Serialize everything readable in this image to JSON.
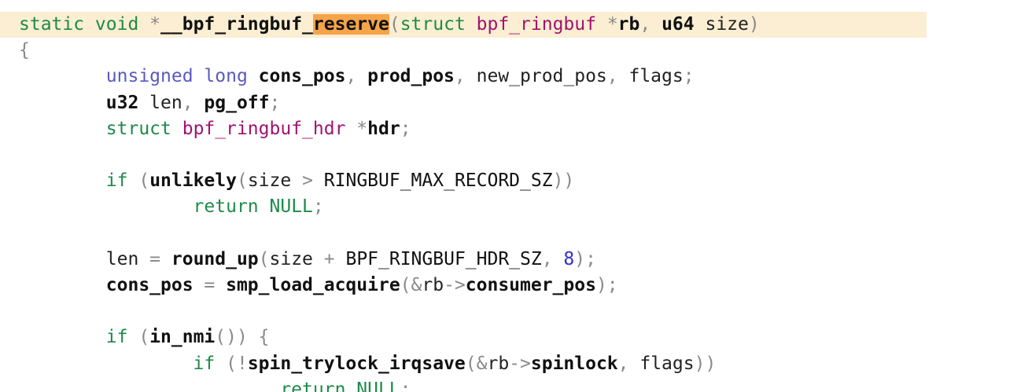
{
  "editor": {
    "highlight_color": "#fbeed3",
    "match_color": "#f6a44a",
    "search_match": "reserve",
    "lines": [
      [
        {
          "t": "static void ",
          "c": "kw"
        },
        {
          "t": "*",
          "c": "pn"
        },
        {
          "t": "__bpf_ringbuf_",
          "c": "fn"
        },
        {
          "t": "reserve",
          "c": "match"
        },
        {
          "t": "(",
          "c": "pn"
        },
        {
          "t": "struct ",
          "c": "kw"
        },
        {
          "t": "bpf_ringbuf ",
          "c": "ty"
        },
        {
          "t": "*",
          "c": "pn"
        },
        {
          "t": "rb",
          "c": "fn"
        },
        {
          "t": ", ",
          "c": "pn"
        },
        {
          "t": "u64 ",
          "c": "fn"
        },
        {
          "t": "size",
          "c": "id"
        },
        {
          "t": ")",
          "c": "pn"
        }
      ],
      [
        {
          "t": "{",
          "c": "pn"
        }
      ],
      [
        {
          "t": "        unsigned long ",
          "c": "kw2"
        },
        {
          "t": "cons_pos",
          "c": "fn"
        },
        {
          "t": ", ",
          "c": "pn"
        },
        {
          "t": "prod_pos",
          "c": "fn"
        },
        {
          "t": ", ",
          "c": "pn"
        },
        {
          "t": "new_prod_pos",
          "c": "id"
        },
        {
          "t": ", ",
          "c": "pn"
        },
        {
          "t": "flags",
          "c": "id"
        },
        {
          "t": ";",
          "c": "pn"
        }
      ],
      [
        {
          "t": "        u32 ",
          "c": "fn"
        },
        {
          "t": "len",
          "c": "id"
        },
        {
          "t": ", ",
          "c": "pn"
        },
        {
          "t": "pg_off",
          "c": "fn"
        },
        {
          "t": ";",
          "c": "pn"
        }
      ],
      [
        {
          "t": "        struct ",
          "c": "kw"
        },
        {
          "t": "bpf_ringbuf_hdr ",
          "c": "ty"
        },
        {
          "t": "*",
          "c": "pn"
        },
        {
          "t": "hdr",
          "c": "fn"
        },
        {
          "t": ";",
          "c": "pn"
        }
      ],
      [],
      [
        {
          "t": "        if ",
          "c": "kw"
        },
        {
          "t": "(",
          "c": "pn"
        },
        {
          "t": "unlikely",
          "c": "fn"
        },
        {
          "t": "(",
          "c": "pn"
        },
        {
          "t": "size ",
          "c": "id"
        },
        {
          "t": "> ",
          "c": "pn"
        },
        {
          "t": "RINGBUF_MAX_RECORD_SZ",
          "c": "macro"
        },
        {
          "t": "))",
          "c": "pn"
        }
      ],
      [
        {
          "t": "                return ",
          "c": "kw"
        },
        {
          "t": "NULL",
          "c": "kw"
        },
        {
          "t": ";",
          "c": "pn"
        }
      ],
      [],
      [
        {
          "t": "        len ",
          "c": "id"
        },
        {
          "t": "= ",
          "c": "pn"
        },
        {
          "t": "round_up",
          "c": "fn"
        },
        {
          "t": "(",
          "c": "pn"
        },
        {
          "t": "size ",
          "c": "id"
        },
        {
          "t": "+ ",
          "c": "pn"
        },
        {
          "t": "BPF_RINGBUF_HDR_SZ",
          "c": "macro"
        },
        {
          "t": ", ",
          "c": "pn"
        },
        {
          "t": "8",
          "c": "num"
        },
        {
          "t": ");",
          "c": "pn"
        }
      ],
      [
        {
          "t": "        cons_pos ",
          "c": "fn"
        },
        {
          "t": "= ",
          "c": "pn"
        },
        {
          "t": "smp_load_acquire",
          "c": "fn"
        },
        {
          "t": "(&",
          "c": "pn"
        },
        {
          "t": "rb",
          "c": "id"
        },
        {
          "t": "->",
          "c": "pn"
        },
        {
          "t": "consumer_pos",
          "c": "fn"
        },
        {
          "t": ");",
          "c": "pn"
        }
      ],
      [],
      [
        {
          "t": "        if ",
          "c": "kw"
        },
        {
          "t": "(",
          "c": "pn"
        },
        {
          "t": "in_nmi",
          "c": "fn"
        },
        {
          "t": "()) {",
          "c": "pn"
        }
      ],
      [
        {
          "t": "                if ",
          "c": "kw"
        },
        {
          "t": "(!",
          "c": "pn"
        },
        {
          "t": "spin_trylock_irqsave",
          "c": "fn"
        },
        {
          "t": "(&",
          "c": "pn"
        },
        {
          "t": "rb",
          "c": "id"
        },
        {
          "t": "->",
          "c": "pn"
        },
        {
          "t": "spinlock",
          "c": "fn"
        },
        {
          "t": ", ",
          "c": "pn"
        },
        {
          "t": "flags",
          "c": "id"
        },
        {
          "t": "))",
          "c": "pn"
        }
      ],
      [
        {
          "t": "                        return ",
          "c": "kw"
        },
        {
          "t": "NULL",
          "c": "kw"
        },
        {
          "t": ";",
          "c": "pn"
        }
      ]
    ]
  }
}
